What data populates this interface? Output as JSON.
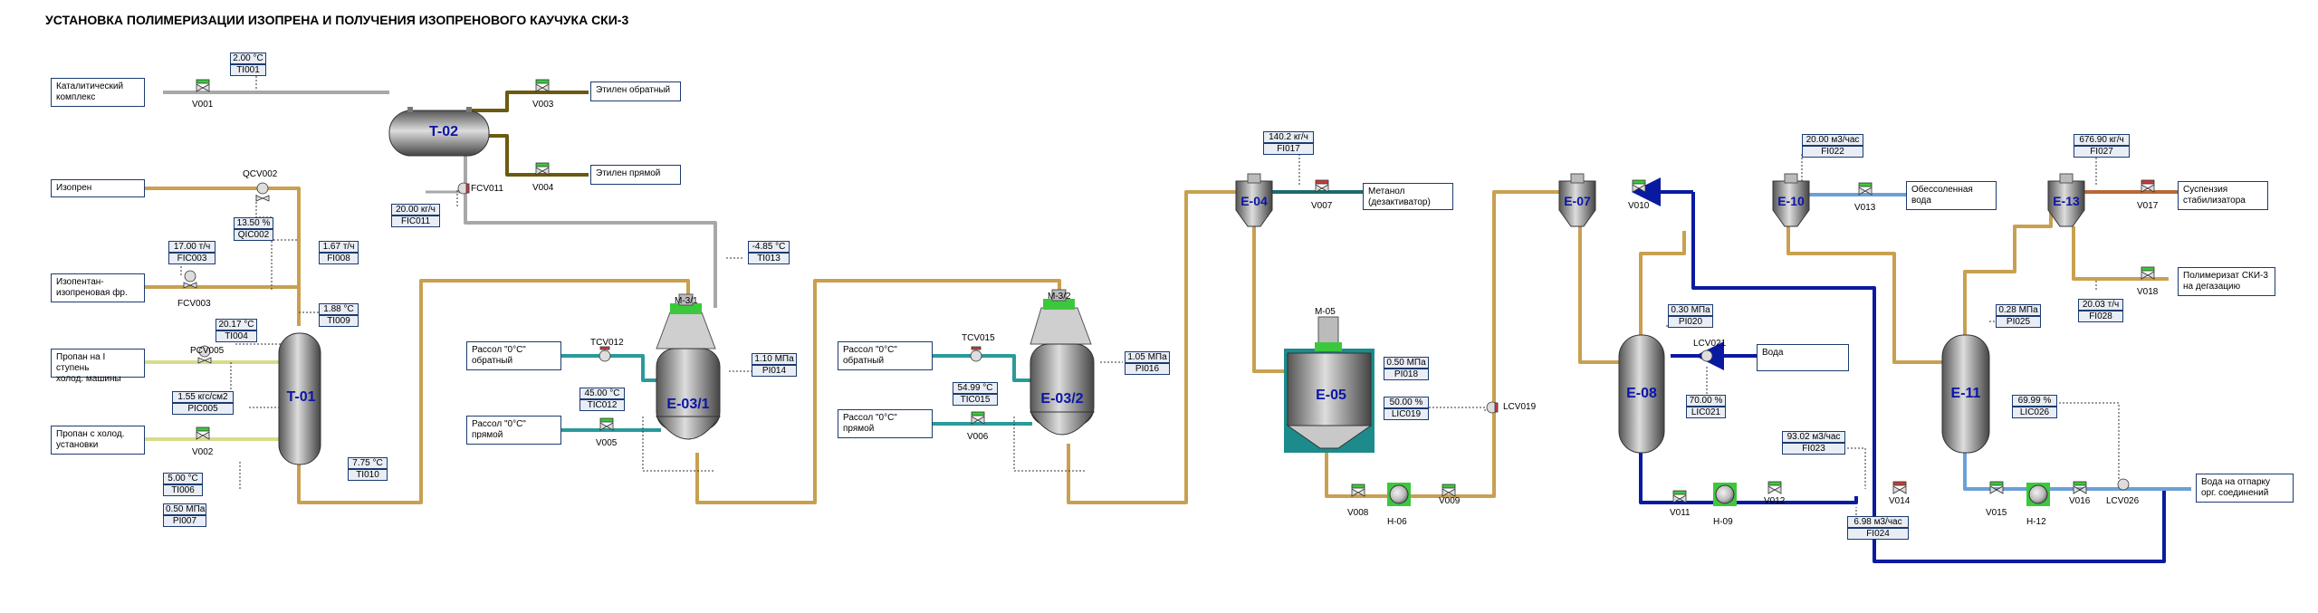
{
  "title": "УСТАНОВКА ПОЛИМЕРИЗАЦИИ ИЗОПРЕНА И ПОЛУЧЕНИЯ ИЗОПРЕНОВОГО КАУЧУКА СКИ-3",
  "streams": {
    "catalyst": "Каталитический\nкомплекс",
    "isoprene": "Изопрен",
    "isopentane": "Изопентан-\nизопреновая фр.",
    "propane1": "Пропан на I ступень\nхолод. машины",
    "propane2": "Пропан с холод.\nустановки",
    "ethylene_return": "Этилен обратный",
    "ethylene_direct": "Этилен прямой",
    "brine_return_1": "Рассол \"0°С\"\nобратный",
    "brine_direct_1": "Рассол \"0°С\"\nпрямой",
    "brine_return_2": "Рассол \"0°С\"\nобратный",
    "brine_direct_2": "Рассол \"0°С\"\nпрямой",
    "methanol": "Метанол\n(дезактиватор)",
    "demin_water": "Обессоленная\nвода",
    "water": "Вода",
    "suspension": "Суспензия\nстабилизатора",
    "polymerizate": "Полимеризат СКИ-3\nна дегазацию",
    "to_stripping": "Вода на отпарку\nорг. соединений"
  },
  "vessels": {
    "t02": "T-02",
    "t01": "T-01",
    "e031": "E-03/1",
    "e032": "E-03/2",
    "e04": "E-04",
    "e05": "E-05",
    "e07": "E-07",
    "e08": "E-08",
    "e10": "E-10",
    "e11": "E-11",
    "e13": "E-13",
    "m31": "M-3/1",
    "m32": "M-3/2",
    "m05": "M-05",
    "h06": "H-06",
    "h09": "H-09",
    "h12": "H-12"
  },
  "valves": {
    "v001": "V001",
    "v002": "V002",
    "v003": "V003",
    "v004": "V004",
    "v005": "V005",
    "v006": "V006",
    "v007": "V007",
    "v008": "V008",
    "v009": "V009",
    "v010": "V010",
    "v011": "V011",
    "v012": "V012",
    "v013": "V013",
    "v014": "V014",
    "v015": "V015",
    "v016": "V016",
    "v017": "V017",
    "v018": "V018",
    "qcv002": "QCV002",
    "pcv005": "PCV005",
    "fcv003": "FCV003",
    "fcv011": "FCV011",
    "tcv012": "TCV012",
    "tcv015": "TCV015",
    "lcv019": "LCV019",
    "lcv021": "LCV021",
    "lcv026": "LCV026"
  },
  "instruments": {
    "ti001": {
      "value": "2.00 °C",
      "tag": "TI001"
    },
    "fic011": {
      "value": "20.00 кг/ч",
      "tag": "FIC011"
    },
    "qic002": {
      "value": "13.50 %",
      "tag": "QIC002"
    },
    "fic003": {
      "value": "17.00 т/ч",
      "tag": "FIC003"
    },
    "fi008": {
      "value": "1.67 т/ч",
      "tag": "FI008"
    },
    "ti009": {
      "value": "1.88 °C",
      "tag": "TI009"
    },
    "ti004": {
      "value": "20.17 °C",
      "tag": "TI004"
    },
    "pic005": {
      "value": "1.55 кгс/см2",
      "tag": "PIC005"
    },
    "ti006": {
      "value": "5.00 °C",
      "tag": "TI006"
    },
    "pi007": {
      "value": "0.50 МПа",
      "tag": "PI007"
    },
    "ti010": {
      "value": "7.75 °C",
      "tag": "TI010"
    },
    "ti013": {
      "value": "-4.85 °C",
      "tag": "TI013"
    },
    "tic012": {
      "value": "45.00 °C",
      "tag": "TIC012"
    },
    "pi014": {
      "value": "1.10 МПа",
      "tag": "PI014"
    },
    "tic015": {
      "value": "54.99 °C",
      "tag": "TIC015"
    },
    "pi016": {
      "value": "1.05 МПа",
      "tag": "PI016"
    },
    "fi017": {
      "value": "140.2 кг/ч",
      "tag": "FI017"
    },
    "pi018": {
      "value": "0.50 МПа",
      "tag": "PI018"
    },
    "lic019": {
      "value": "50.00 %",
      "tag": "LIC019"
    },
    "pi020": {
      "value": "0.30 МПа",
      "tag": "PI020"
    },
    "lic021": {
      "value": "70.00 %",
      "tag": "LIC021"
    },
    "fi022": {
      "value": "20.00 м3/час",
      "tag": "FI022"
    },
    "fi023": {
      "value": "93.02 м3/час",
      "tag": "FI023"
    },
    "fi024": {
      "value": "6.98 м3/час",
      "tag": "FI024"
    },
    "pi025": {
      "value": "0.28 МПа",
      "tag": "PI025"
    },
    "lic026": {
      "value": "69.99 %",
      "tag": "LIC026"
    },
    "fi027": {
      "value": "676.90 кг/ч",
      "tag": "FI027"
    },
    "fi028": {
      "value": "20.03 т/ч",
      "tag": "FI028"
    }
  },
  "colors": {
    "pipe_main": "#c8a050",
    "pipe_gray": "#a8a8a8",
    "pipe_olive": "#6b5a10",
    "pipe_teal": "#2a9a9a",
    "pipe_yellow": "#d8dc8a",
    "pipe_blue": "#0a1aa0",
    "pipe_lightblue": "#6aa0d8",
    "pipe_teal_dark": "#1d6b6b",
    "pipe_brown": "#b86838",
    "vessel_label": "#0a14a8",
    "valve_green": "#3cc83c"
  }
}
